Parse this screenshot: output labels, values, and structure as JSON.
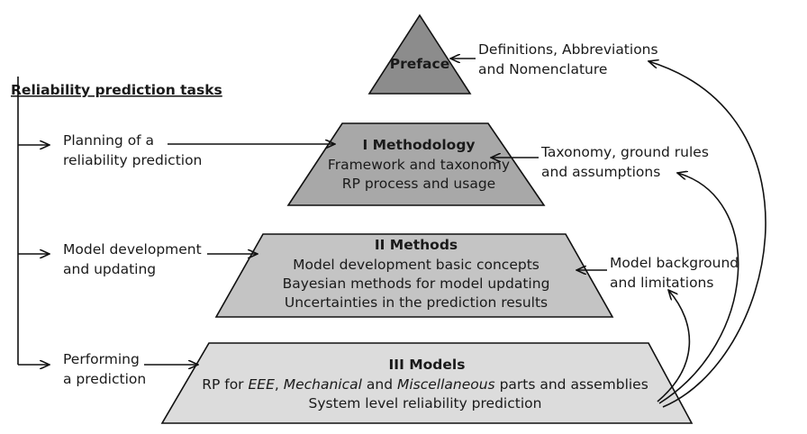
{
  "title": "Reliability prediction tasks",
  "tasks": [
    {
      "line1": "Planning of a",
      "line2": "reliability prediction"
    },
    {
      "line1": "Model development",
      "line2": "and updating"
    },
    {
      "line1": "Performing",
      "line2": "a prediction"
    }
  ],
  "pyramid": {
    "preface": {
      "title": "Preface",
      "fill": "#8c8c8c"
    },
    "methodology": {
      "title": "I Methodology",
      "lines": [
        "Framework and taxonomy",
        "RP process and usage"
      ],
      "fill": "#a8a8a8"
    },
    "methods": {
      "title": "II Methods",
      "lines": [
        "Model development basic concepts",
        "Bayesian methods for model updating",
        "Uncertainties in the prediction results"
      ],
      "fill": "#c4c4c4"
    },
    "models": {
      "title": "III Models",
      "line1": {
        "pre": "RP for ",
        "eee": "EEE",
        "sep1": ", ",
        "mech": "Mechanical",
        "mid": " and ",
        "misc": "Miscellaneous",
        "post": " parts and assemblies"
      },
      "line2": "System level reliability prediction",
      "fill": "#dcdcdc"
    }
  },
  "annotations": {
    "preface": [
      "Definitions, Abbreviations",
      "and Nomenclature"
    ],
    "methodology": [
      "Taxonomy, ground rules",
      "and assumptions"
    ],
    "methods": [
      "Model background",
      "and limitations"
    ]
  }
}
